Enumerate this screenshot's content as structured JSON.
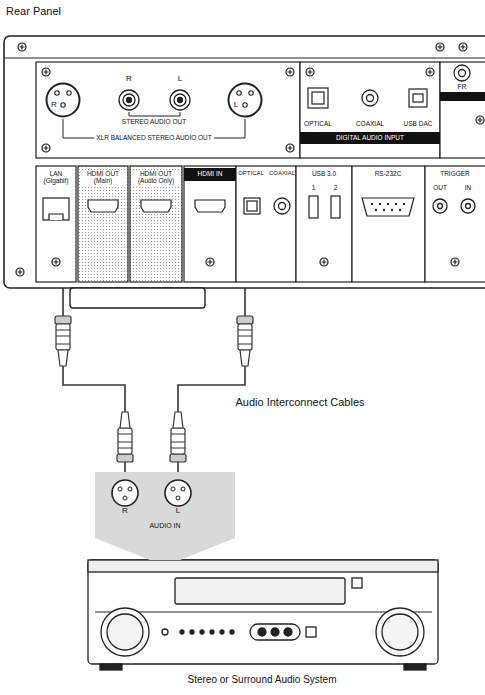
{
  "diagram": {
    "title": "Rear Panel",
    "nodes": [
      {
        "text": [
          "R"
        ]
      },
      {
        "text": [
          "L"
        ]
      },
      {
        "text": [
          "AUDIO IN"
        ]
      },
      {
        "text": [
          "R"
        ],
        "in": 2
      },
      {
        "text": [
          "L"
        ],
        "in": 2
      }
    ],
    "edges": [
      {
        "from": 0,
        "to": 3,
        "arrow": "none"
      },
      {
        "from": 1,
        "to": 4,
        "arrow": "none"
      }
    ],
    "labels": [
      "R",
      "L",
      "STEREO AUDIO OUT",
      "XLR BALANCED STEREO AUDIO OUT",
      "OPTICAL",
      "COAXIAL",
      "USB DAC",
      "DIGITAL AUDIO INPUT",
      "FR",
      "LAN (Gigabit)",
      "HDMI OUT (Main)",
      "HDMI OUT (Audio Only)",
      "HDMI IN",
      "OPTICAL",
      "COAXIAL",
      "USB 3.0",
      "1",
      "2",
      "RS-232C",
      "TRIGGER",
      "OUT",
      "IN",
      "Audio Interconnect Cables",
      "Stereo or Surround Audio System"
    ]
  }
}
